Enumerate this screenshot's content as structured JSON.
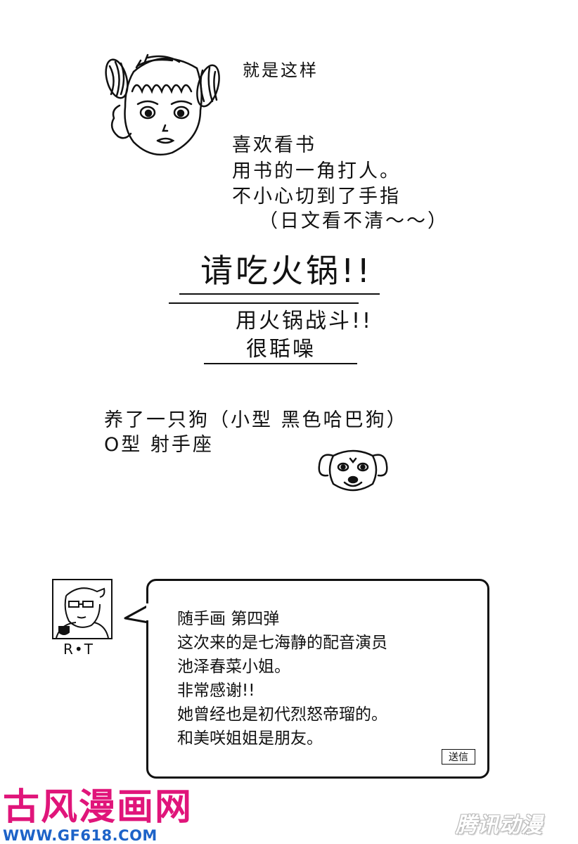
{
  "sketch": {
    "caption": "就是这样",
    "hobby_lines": [
      "喜欢看书",
      "用书的一角打人。",
      "不小心切到了手指",
      "（日文看不清～～）"
    ],
    "headline": "请吃火锅!!",
    "sub_lines": [
      "用火锅战斗!!",
      "很聒噪"
    ],
    "dog_lines": [
      "养了一只狗（小型 黑色哈巴狗）",
      "O型 射手座"
    ]
  },
  "chat": {
    "avatar_label": "R•T",
    "message_lines": [
      "随手画 第四弹",
      "这次来的是七海静的配音演员",
      "池泽春菜小姐。",
      "非常感谢!!",
      "她曾经也是初代烈怒帝瑠的。",
      "和美咲姐姐是朋友。"
    ],
    "send_label": "送信"
  },
  "watermarks": {
    "left_name": "古风漫画网",
    "left_url": "WWW.GF618.COM",
    "right_name": "腾讯动漫"
  },
  "colors": {
    "ink": "#111111",
    "logo_pink": "#e0157a",
    "logo_blue": "#1d63c8"
  },
  "icons": {
    "portrait": "girl-portrait-sketch-icon",
    "dog": "dog-face-sketch-icon",
    "avatar": "author-avatar-icon"
  }
}
